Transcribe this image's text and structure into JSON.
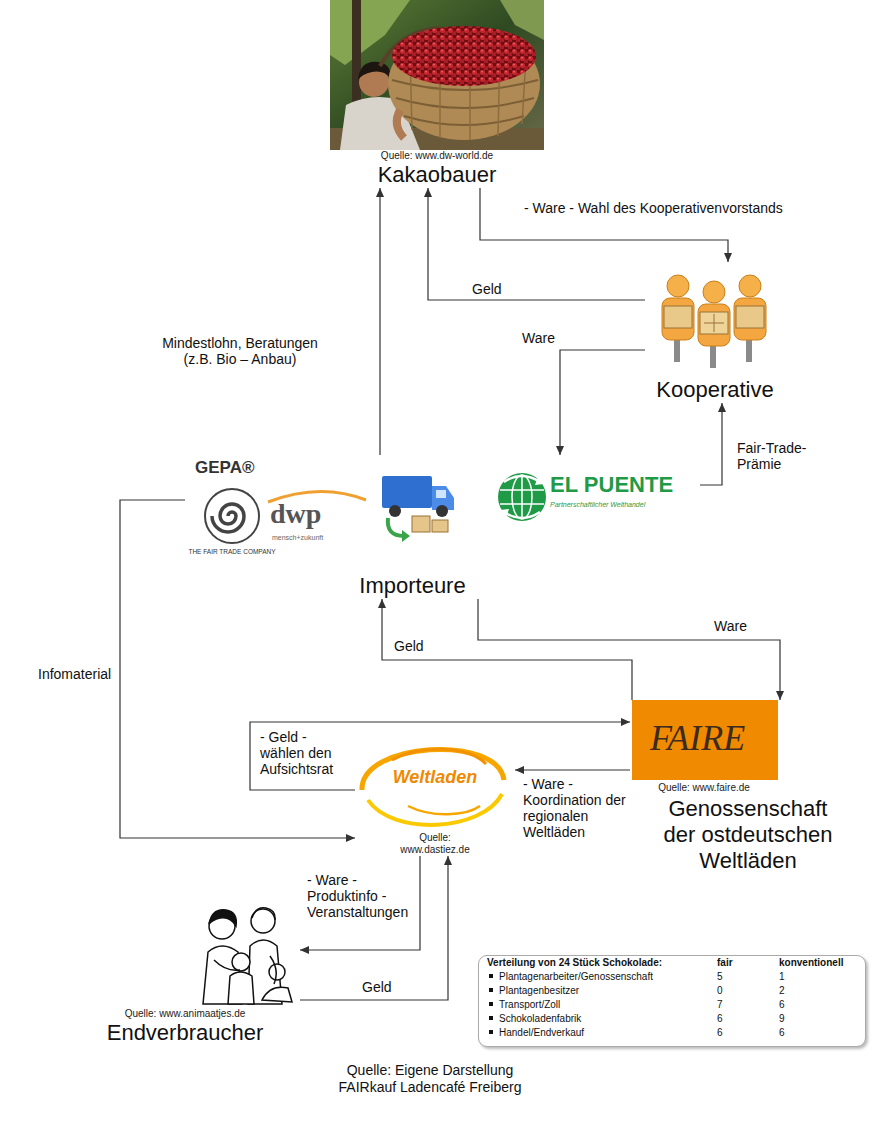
{
  "diagram": {
    "caption": "Quelle: Eigene Darstellung FAIRkauf Ladencafé Freiberg",
    "nodes": [
      {
        "text": [
          "Quelle: www.dw-world.de",
          "Kakaobauer"
        ]
      },
      {
        "text": [
          "Kooperative"
        ]
      },
      {
        "text": [
          "Importeure"
        ]
      },
      {
        "text": [
          "Quelle: www.faire.de",
          "Genossenschaft der ostdeutschen Weltläden"
        ]
      },
      {
        "text": [
          "Weltladen",
          "Quelle: www.dastiez.de"
        ]
      },
      {
        "text": [
          "Quelle: www.animaatjes.de",
          "Endverbraucher"
        ]
      },
      {
        "text": [
          "Verteilung von 24 Stück Schokolade:",
          "fair",
          "konventionell",
          "Plantagenarbeiter/Genossenschaft",
          "5",
          "1",
          "Plantagenbesitzer",
          "0",
          "2",
          "Transport/Zoll",
          "7",
          "6",
          "Schokoladenfabrik",
          "6",
          "9",
          "Handel/Endverkauf",
          "6",
          "6"
        ]
      }
    ],
    "edges": [
      {
        "from": 0,
        "to": 1,
        "label": "- Ware - Wahl des Kooperativenvorstands",
        "arrow": "to"
      },
      {
        "from": 1,
        "to": 0,
        "label": "Geld",
        "arrow": "to"
      },
      {
        "from": 2,
        "to": 0,
        "label": "Mindestlohn, Beratungen (z.B. Bio – Anbau)",
        "arrow": "to"
      },
      {
        "from": 1,
        "to": 2,
        "label": "Ware",
        "arrow": "to"
      },
      {
        "from": 2,
        "to": 1,
        "label": "Fair-Trade-Prämie",
        "arrow": "to"
      },
      {
        "from": 2,
        "to": 3,
        "label": "Ware",
        "arrow": "to"
      },
      {
        "from": 3,
        "to": 2,
        "label": "Geld",
        "arrow": "to"
      },
      {
        "from": 4,
        "to": 3,
        "label": "- Geld - wählen den Aufsichtsrat",
        "arrow": "to"
      },
      {
        "from": 3,
        "to": 4,
        "label": "- Ware - Koordination der regionalen Weltläden",
        "arrow": "to"
      },
      {
        "from": 2,
        "to": 4,
        "label": "Infomaterial",
        "arrow": "to"
      },
      {
        "from": 4,
        "to": 5,
        "label": "- Ware - Produktinfo - Veranstaltungen",
        "arrow": "to"
      },
      {
        "from": 5,
        "to": 4,
        "label": "Geld",
        "arrow": "to"
      }
    ],
    "labels": [
      "GEPA®",
      "THE FAIR TRADE COMPANY",
      "dwp",
      "mensch+zukunft",
      "EL PUENTE",
      "Partnerschaftlicher Welthandel",
      "FAIRE"
    ]
  }
}
